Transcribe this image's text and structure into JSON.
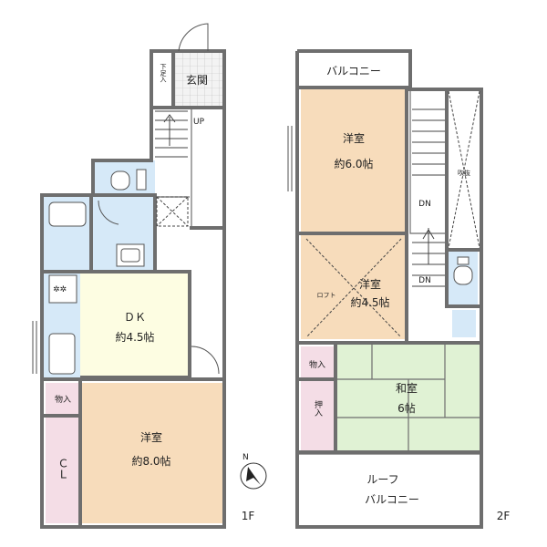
{
  "floor1": {
    "label": "1F",
    "entrance": "玄関",
    "shoe_cabinet": "下足入",
    "stairs_up": "UP",
    "dk": {
      "name": "ＤＫ",
      "size": "約4.5帖"
    },
    "western_room": {
      "name": "洋室",
      "size": "約8.0帖"
    },
    "storage": "物入",
    "closet": "ＣＬ"
  },
  "floor2": {
    "label": "2F",
    "balcony": "バルコニー",
    "western_room_1": {
      "name": "洋室",
      "size": "約6.0帖"
    },
    "western_room_2": {
      "name": "洋室",
      "size": "約4.5帖"
    },
    "loft": "ロフト",
    "void": "吹抜",
    "stairs_down_1": "DN",
    "stairs_down_2": "DN",
    "japanese_room": {
      "name": "和室",
      "size": "6帖"
    },
    "storage": "物入",
    "closet_oshiire": "押入",
    "roof_balcony_1": "ルーフ",
    "roof_balcony_2": "バルコニー"
  },
  "compass": "N",
  "colors": {
    "wall": "#6e6e6e",
    "wet_area": "#d6e9f8",
    "kitchen_yellow": "#fdfde2",
    "wood_floor": "#f7dcbb",
    "tatami": "#e0f2d4",
    "storage_pink": "#f4dde6",
    "entrance_tile": "#f0f0f0"
  }
}
